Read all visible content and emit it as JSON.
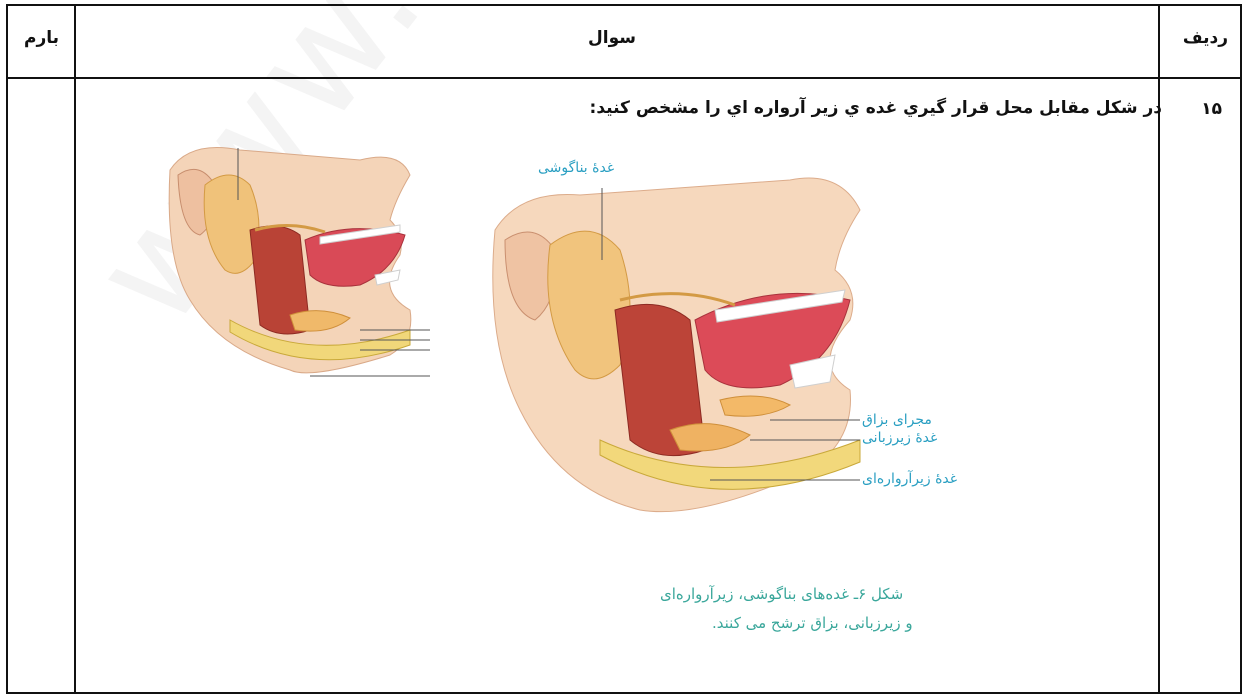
{
  "header": {
    "score_label": "بارم",
    "question_label": "سوال",
    "row_label": "رديف"
  },
  "question": {
    "number": "۱۵",
    "text": "در شكل مقابل محل قرار گيري غده ي زير آرواره اي را مشخص كنيد:"
  },
  "figure": {
    "labels": {
      "parotid": "غدهٔ بناگوشی",
      "salivary_duct": "مجرای بزاق",
      "sublingual": "غدهٔ زیرزبانی",
      "submandibular": "غدهٔ زیرآرواره‌ای"
    },
    "caption_line1": "شکل ۶ـ غده‌های بناگوشی، زیرآرواره‌ای",
    "caption_line2": "و زیرزبانی، بزاق ترشح می کنند."
  },
  "watermark_text": "www.ta",
  "colors": {
    "label_blue": "#2a9fc2",
    "caption_teal": "#3aa79b",
    "border": "#111111"
  }
}
